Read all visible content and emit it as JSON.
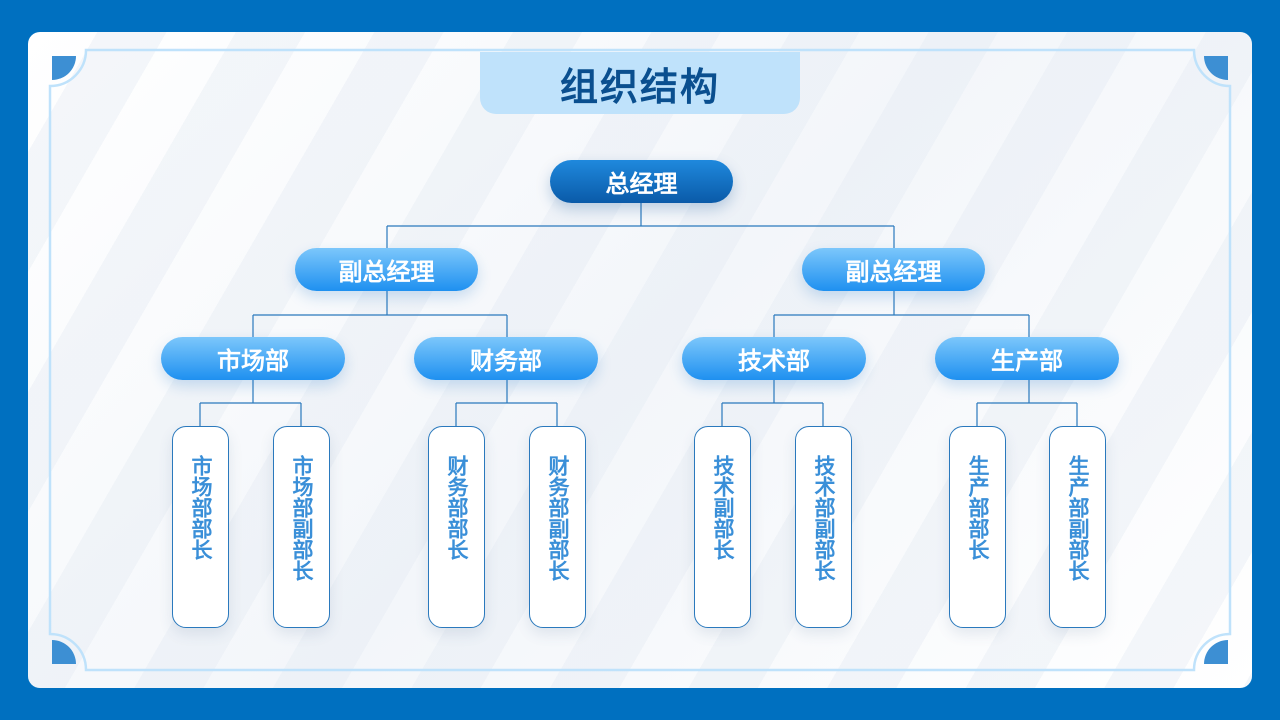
{
  "title": "组织结构",
  "root": {
    "label": "总经理"
  },
  "deputies": [
    {
      "label": "副总经理",
      "departments": [
        {
          "label": "市场部",
          "roles": [
            "市场部部长",
            "市场部副部长"
          ]
        },
        {
          "label": "财务部",
          "roles": [
            "财务部部长",
            "财务部副部长"
          ]
        }
      ]
    },
    {
      "label": "副总经理",
      "departments": [
        {
          "label": "技术部",
          "roles": [
            "技术副部长",
            "技术部副部长"
          ]
        },
        {
          "label": "生产部",
          "roles": [
            "生产部部长",
            "生产部副部长"
          ]
        }
      ]
    }
  ],
  "colors": {
    "background": "#0070c0",
    "title_tab": "#bfe2fb",
    "title_text": "#0a4f8f",
    "root_node": "#0a5aa8",
    "mid_node": "#1e90f0",
    "leaf_border": "#2a79bd",
    "leaf_text": "#3a8fd8",
    "connector": "#2a79bd"
  }
}
